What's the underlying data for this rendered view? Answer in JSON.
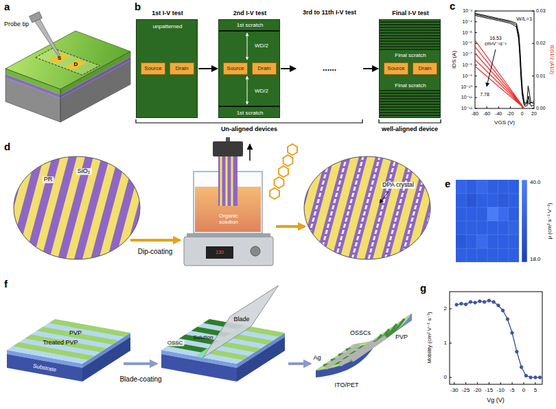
{
  "diagram": {
    "nodes": [
      {
        "text": [
          "1st I-V test",
          "unpatterned"
        ]
      },
      {
        "text": [
          "Source"
        ],
        "in": 0
      },
      {
        "text": [
          "Drain"
        ],
        "in": 0
      },
      {
        "text": [
          "2nd I-V test",
          "1st scratch",
          "WD/2",
          "WD/2",
          "1st scratch"
        ]
      },
      {
        "text": [
          "Source"
        ],
        "in": 3
      },
      {
        "text": [
          "Drain"
        ],
        "in": 3
      },
      {
        "text": [
          "3rd to 11th I-V test",
          "......"
        ]
      },
      {
        "text": [
          "Final I-V test",
          "Final scratch",
          "Final scratch"
        ]
      },
      {
        "text": [
          "Source"
        ],
        "in": 7
      },
      {
        "text": [
          "Drain"
        ],
        "in": 7
      }
    ],
    "edges": [
      {
        "from": 0,
        "to": 3,
        "arrow": "to"
      },
      {
        "from": 3,
        "to": 6,
        "arrow": "to"
      },
      {
        "from": 6,
        "to": 7,
        "arrow": "to"
      }
    ],
    "labels": [
      "a",
      "Probe tip",
      "S",
      "D",
      "b",
      "Un-aligned devices",
      "well-aligned device",
      "c",
      "W/L=1",
      "16.53 cm²V⁻¹s⁻¹",
      "7.78",
      "10⁻³",
      "10⁻⁴",
      "10⁻⁵",
      "10⁻⁶",
      "10⁻⁷",
      "10⁻⁸",
      "10⁻⁹",
      "10⁻¹⁰",
      "10⁻¹¹",
      "10⁻¹²",
      "-80",
      "-60",
      "-40",
      "-20",
      "0",
      "20",
      "0.00",
      "0.01",
      "0.02",
      "0.03",
      "IDS (A)",
      "IDS1/2 (A1/2)",
      "VGS (V)",
      "d",
      "PR",
      "SiO₂",
      "Dip-coating",
      "Organic solution",
      "130",
      "DPA crystal",
      "e",
      "40.0",
      "18.0",
      "μ (cm² s⁻¹ V⁻¹)",
      "f",
      "PVP",
      "Treated PVP",
      "Substrate",
      "Blade",
      "Solution",
      "OSSC",
      "Blade-coating",
      "Ag",
      "OSSCs",
      "PVP",
      "ITO/PET",
      "g",
      "Mobility (cm² V⁻¹ s⁻¹)",
      "Vg (V)",
      "0",
      "1",
      "2",
      "-30",
      "-25",
      "-20",
      "-15",
      "-10",
      "-5",
      "0",
      "5"
    ]
  }
}
